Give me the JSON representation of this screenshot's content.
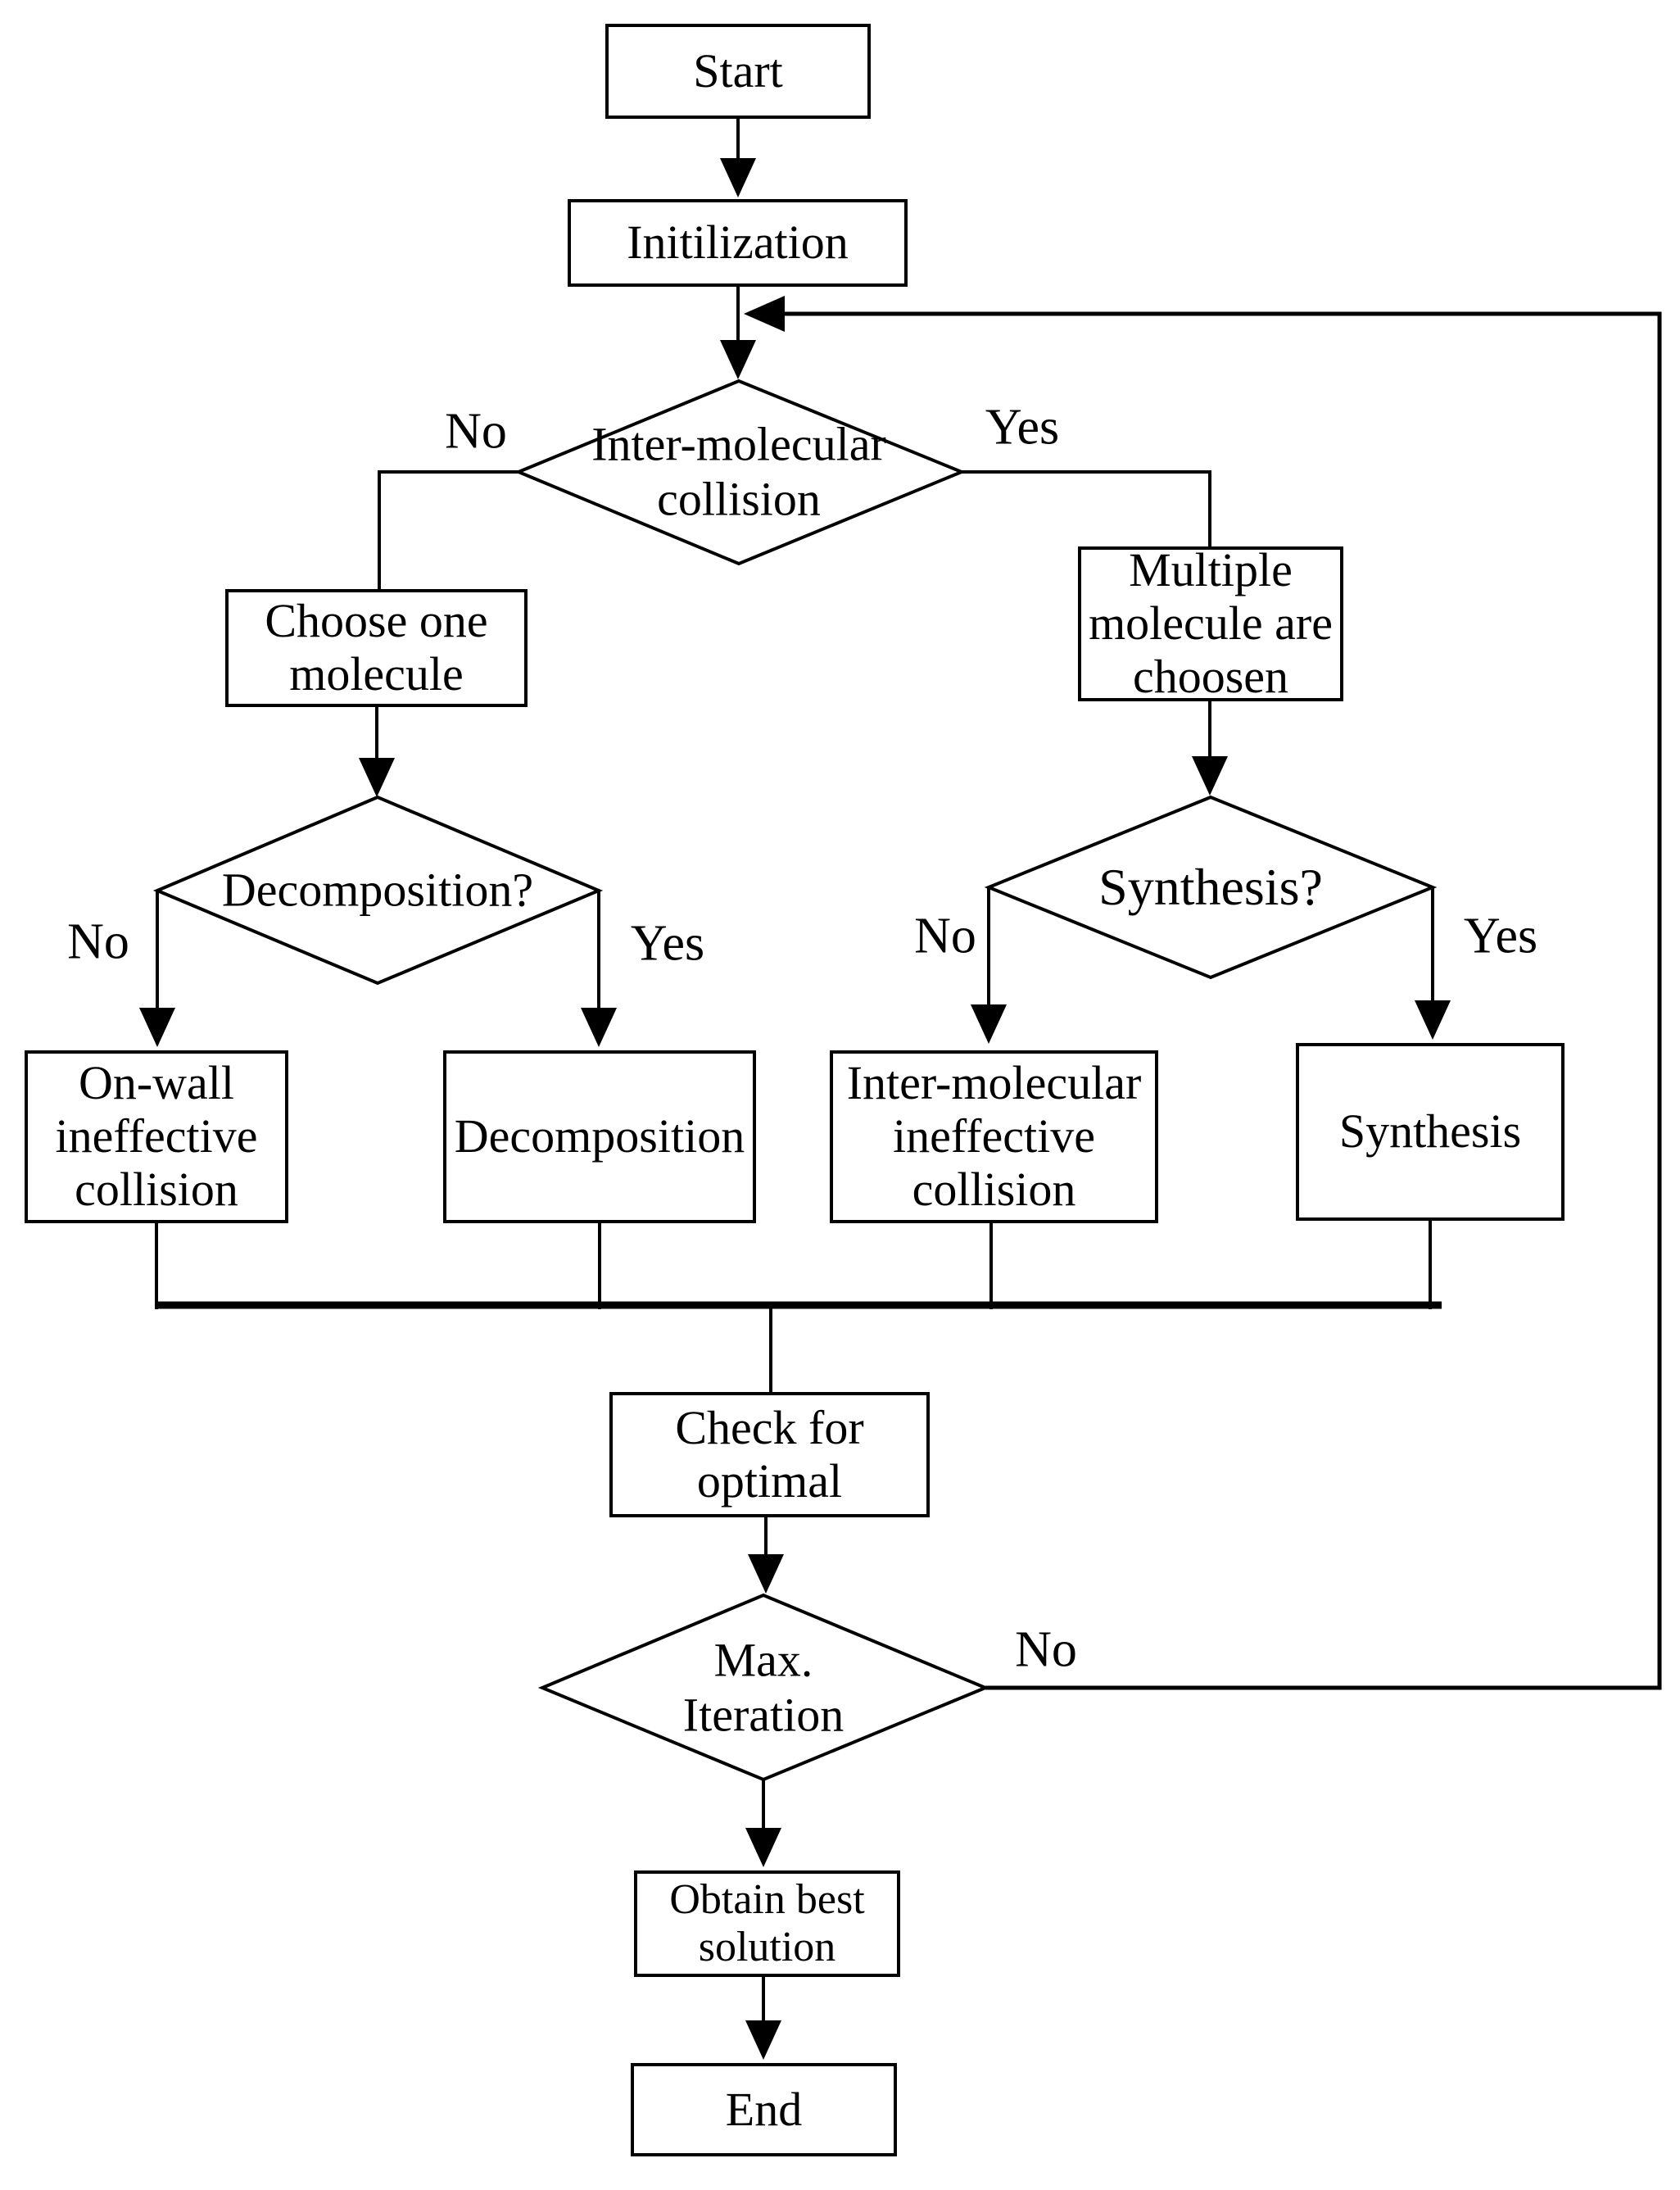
{
  "flowchart": {
    "colors": {
      "stroke": "#000000",
      "background": "#ffffff"
    },
    "nodes": {
      "start": {
        "label": "Start"
      },
      "init": {
        "label": "Initilization"
      },
      "d1": {
        "label": "Inter-molecular\ncollision"
      },
      "choose": {
        "label": "Choose one\nmolecule"
      },
      "multiple": {
        "label": "Multiple\nmolecule are\nchoosen"
      },
      "d2": {
        "label": "Decomposition?"
      },
      "d3": {
        "label": "Synthesis?"
      },
      "onwall": {
        "label": "On-wall\nineffective\ncollision"
      },
      "decomp": {
        "label": "Decomposition"
      },
      "interineff": {
        "label": "Inter-molecular\nineffective\ncollision"
      },
      "synth": {
        "label": "Synthesis"
      },
      "check": {
        "label": "Check for\noptimal"
      },
      "d4": {
        "label": "Max.\nIteration"
      },
      "obtain": {
        "label": "Obtain best\nsolution"
      },
      "end": {
        "label": "End"
      }
    },
    "edges": {
      "d1": {
        "no": "No",
        "yes": "Yes"
      },
      "d2": {
        "no": "No",
        "yes": "Yes"
      },
      "d3": {
        "no": "No",
        "yes": "Yes"
      },
      "d4": {
        "no": "No"
      }
    }
  }
}
